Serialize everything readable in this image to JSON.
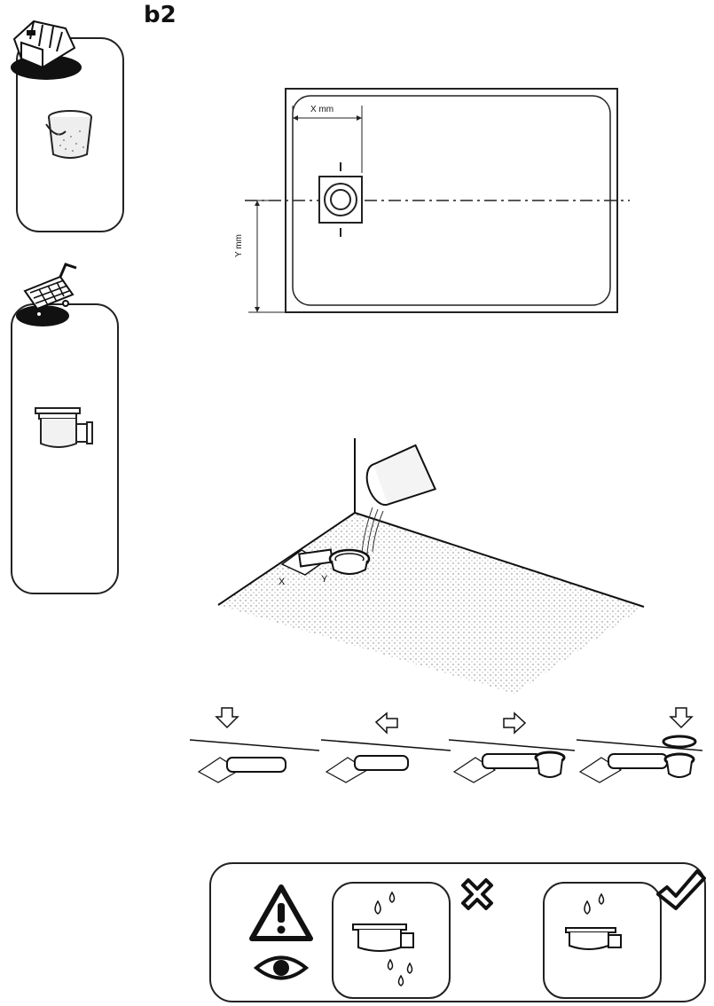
{
  "section": {
    "label": "b2"
  },
  "diagram": {
    "x_dimension_label": "X mm",
    "y_dimension_label": "Y mm"
  },
  "installation": {
    "marker_x": "X",
    "marker_y": "Y"
  },
  "icons": {
    "tools": "toolbox-icon",
    "bucket": "bucket-icon",
    "cart": "shopping-cart-icon",
    "drain": "drain-trap-icon",
    "warning": "warning-triangle-icon",
    "eye": "eye-icon",
    "incorrect": "cross-mark-icon",
    "correct": "check-mark-icon"
  }
}
